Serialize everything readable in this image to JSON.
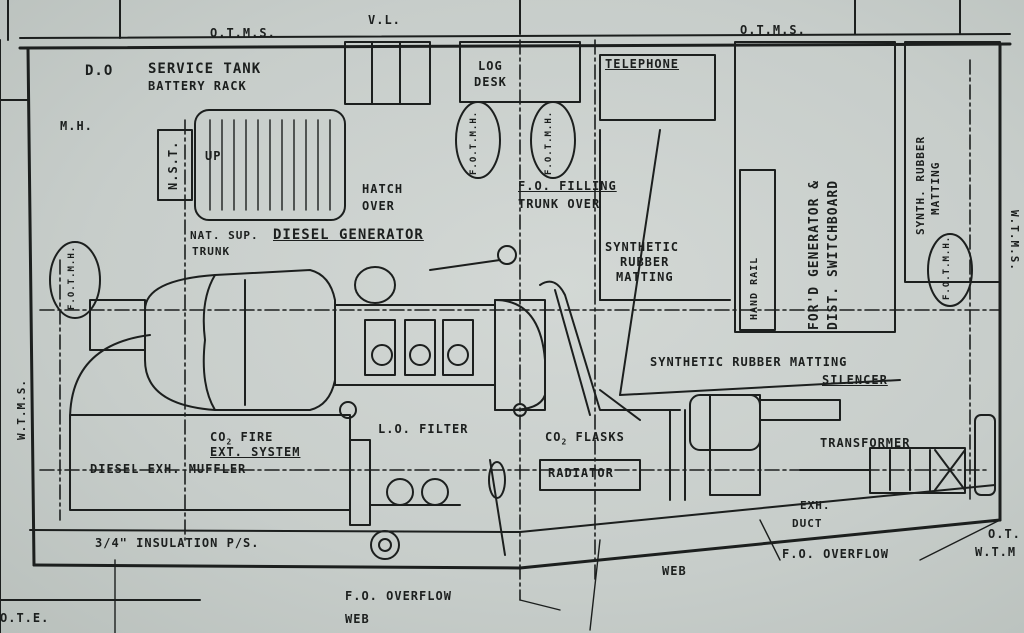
{
  "colors": {
    "paper": "#c9cfcc",
    "ink": "#1c1f1e"
  },
  "labels": {
    "otms_top_left": "O.T.M.S.",
    "otms_top_right": "O.T.M.S.",
    "vl": "V.L.",
    "do": "D.O",
    "service_tank": "SERVICE TANK",
    "battery_rack": "BATTERY RACK",
    "mh": "M.H.",
    "nst": "N.S.T.",
    "up": "UP",
    "log_desk_1": "LOG",
    "log_desk_2": "DESK",
    "telephone": "TELEPHONE",
    "fotmh_1": "F.O.T.M.H.",
    "fotmh_2": "F.O.T.M.H.",
    "fotmh_left": "F.O.T.M.H.",
    "fotmh_right": "F.O.T.M.H.",
    "hatch": "HATCH",
    "hatch_over": "OVER",
    "fo_filling": "F.O. FILLING",
    "trunk_over": "TRUNK OVER",
    "nat_sup": "NAT. SUP.",
    "diesel_generator": "DIESEL GENERATOR",
    "trunk": "TRUNK",
    "synthetic_1": "SYNTHETIC",
    "synthetic_2": "RUBBER",
    "synthetic_3": "MATTING",
    "hand_rail": "HAND RAIL",
    "fwd_gen": "FOR'D GENERATOR &",
    "dist_switchboard": "DIST. SWITCHBOARD",
    "synth_rubber": "SYNTH. RUBBER",
    "matting": "MATTING",
    "wtms_right": "W.T.M.S.",
    "wtms_left": "W.T.M.S.",
    "synthetic_rubber_matting": "SYNTHETIC RUBBER MATTING",
    "silencer": "SILENCER",
    "co2_fire": "CO",
    "co2_fire_sub": "2",
    "co2_fire_rest": " FIRE",
    "ext_system": "EXT. SYSTEM",
    "diesel_exh_muffler": "DIESEL EXH. MUFFLER",
    "lo_filter": "L.O. FILTER",
    "co2_flasks": "CO",
    "co2_flasks_sub": "2",
    "co2_flasks_rest": " FLASKS",
    "radiator": "RADIATOR",
    "transformer": "TRANSFORMER",
    "exh": "EXH.",
    "duct": "DUCT",
    "insulation": "3/4\" INSULATION P/S.",
    "web_1": "WEB",
    "web_2": "WEB",
    "fo_overflow_1": "F.O. OVERFLOW",
    "fo_overflow_2": "F.O. OVERFLOW",
    "ote_left": "O.T.E.",
    "ote_right": "O.T.",
    "wtm_right": "W.T.M"
  }
}
